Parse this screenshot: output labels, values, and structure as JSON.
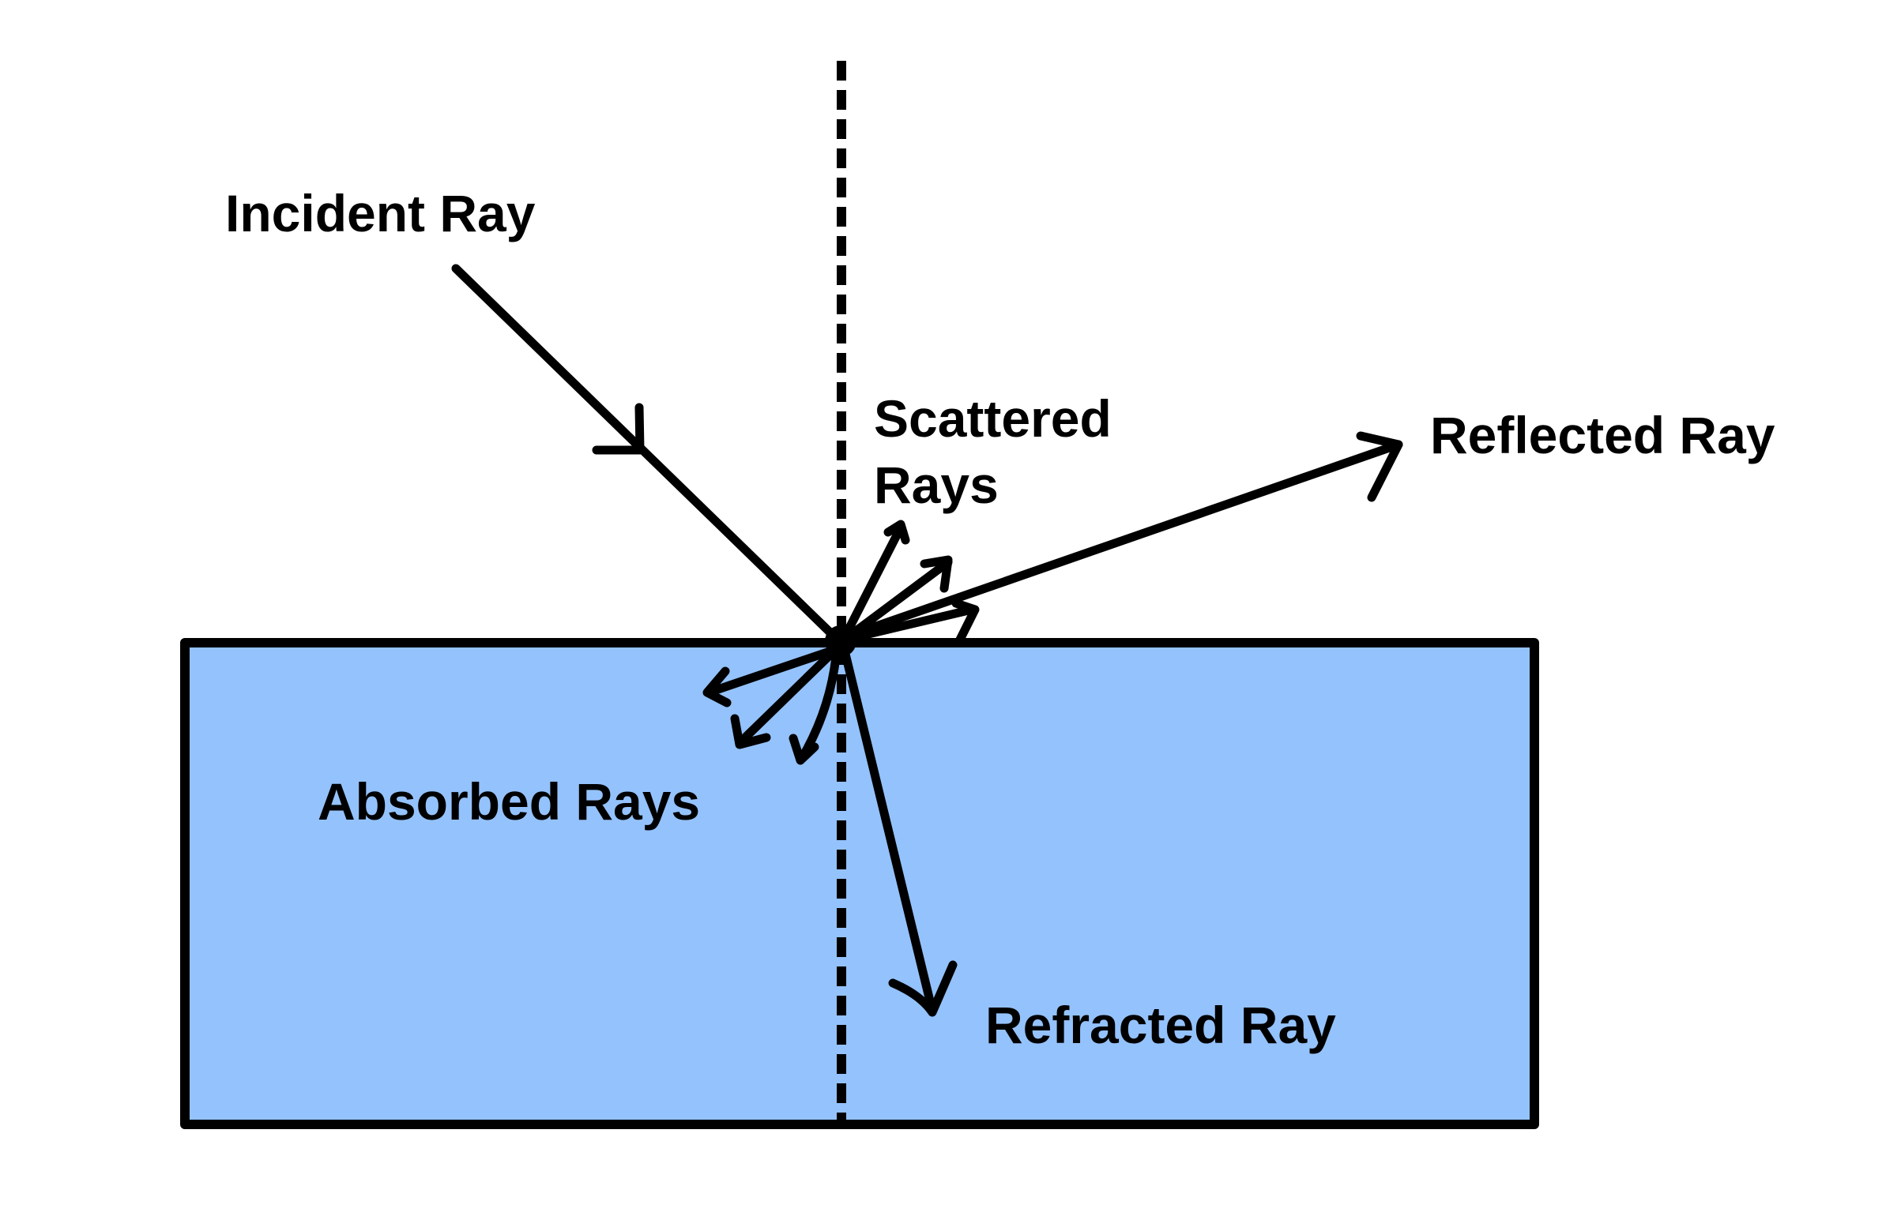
{
  "diagram": {
    "title": "Light interaction at a surface",
    "colors": {
      "medium_fill": "#94C2FC",
      "ink": "#000000",
      "background": "#FFFFFF"
    },
    "labels": {
      "incident": "Incident Ray",
      "scattered_line1": "Scattered",
      "scattered_line2": "Rays",
      "reflected": "Reflected Ray",
      "absorbed": "Absorbed Rays",
      "refracted": "Refracted Ray"
    },
    "elements": {
      "normal_line": "dashed normal line",
      "medium": "medium block",
      "point_of_incidence": "point of incidence"
    },
    "counts": {
      "scattered_arrows": 3,
      "absorbed_arrows": 3
    }
  }
}
